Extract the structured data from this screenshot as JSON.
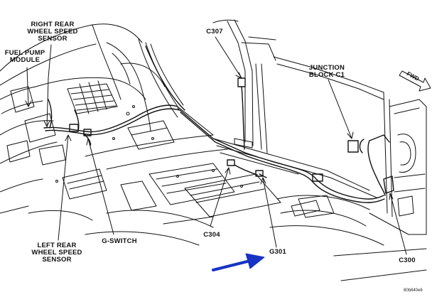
{
  "labels": {
    "right_rear_wheel_speed_sensor": [
      "RIGHT REAR",
      "WHEEL SPEED",
      "SENSOR"
    ],
    "fuel_pump_module": [
      "FUEL PUMP",
      "MODULE"
    ],
    "c307": "C307",
    "junction_block_c1": [
      "JUNCTION",
      "BLOCK C1"
    ],
    "fwd": "FWD",
    "left_rear_wheel_speed_sensor": [
      "LEFT REAR",
      "WHEEL SPEED",
      "SENSOR"
    ],
    "g_switch": "G-SWITCH",
    "c304": "C304",
    "g301": "G301",
    "c300": "C300",
    "figure_code": "80b840e6"
  },
  "colors": {
    "line": "#111111",
    "arrow": "#1733c4"
  }
}
